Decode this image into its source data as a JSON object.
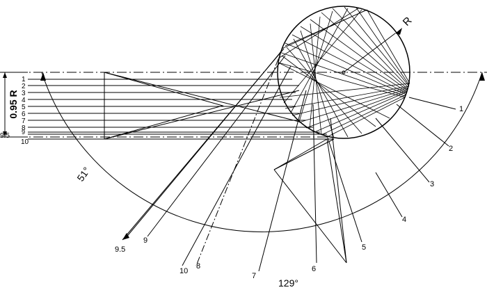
{
  "labels": {
    "radius": "R",
    "height": "0.95 R",
    "height_tick": "9.5",
    "bottom_tick": "10",
    "angle_left": "51°",
    "angle_bottom": "129°"
  },
  "left_ray_numbers": [
    "1",
    "2",
    "3",
    "4",
    "5",
    "6",
    "7",
    "8",
    "9"
  ],
  "callouts": {
    "c1": "1",
    "c2": "2",
    "c3": "3",
    "c4": "4",
    "c5": "5",
    "c6": "6",
    "c7": "7",
    "c8": "8",
    "c9": "9",
    "c10": "10",
    "c95": "9.5"
  }
}
